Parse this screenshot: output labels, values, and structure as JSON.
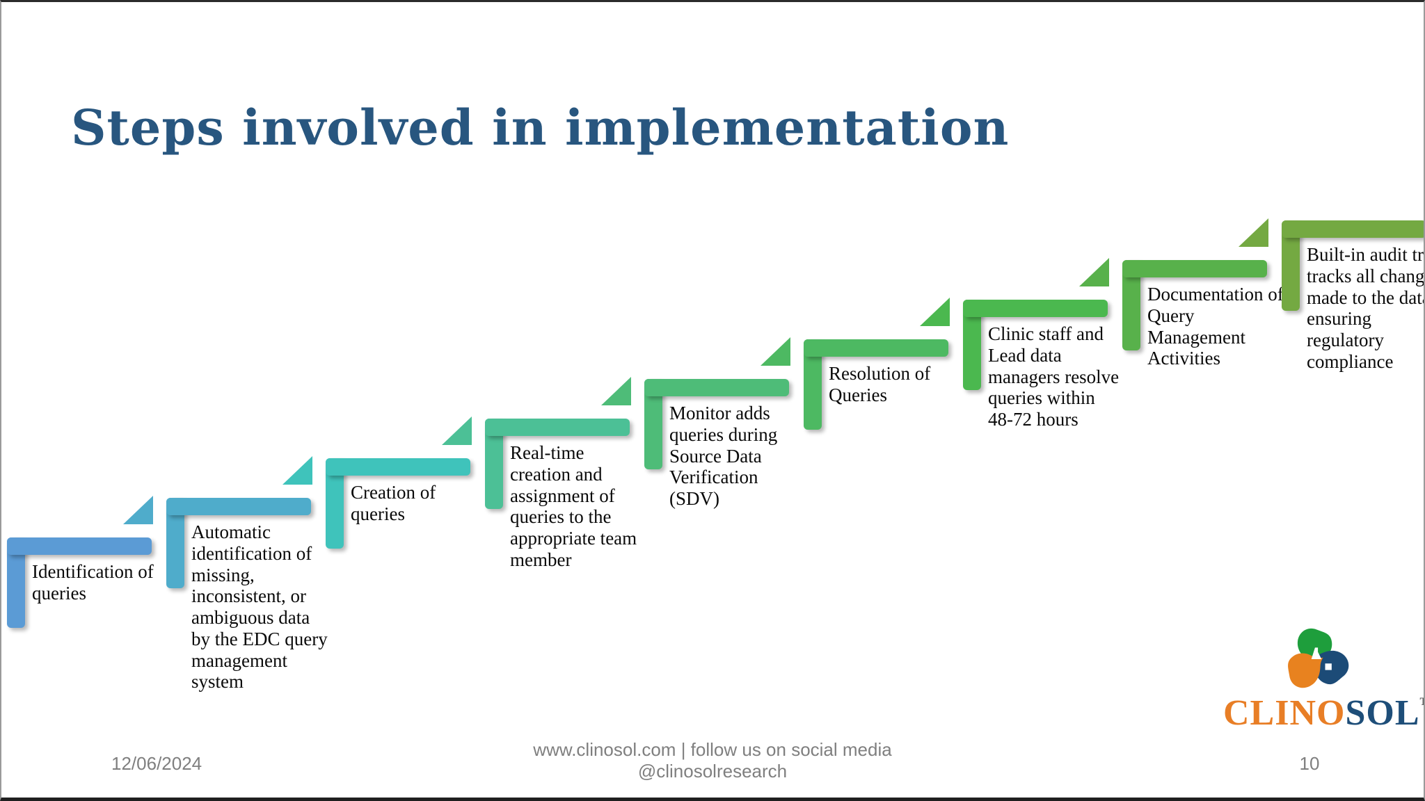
{
  "slide": {
    "title": "Steps involved in implementation",
    "title_color": "#28567F",
    "steps": [
      {
        "label": "Identification of queries",
        "color": "#5B9BD5"
      },
      {
        "label": "Automatic identification of missing, inconsistent, or ambiguous data by the EDC query management system",
        "color": "#4FACCB"
      },
      {
        "label": "Creation of queries",
        "color": "#3FC3BB"
      },
      {
        "label": "Real-time creation and assignment of queries to the appropriate team member",
        "color": "#4CC096"
      },
      {
        "label": "Monitor adds queries during Source Data Verification (SDV)",
        "color": "#4EBC78"
      },
      {
        "label": "Resolution of Queries",
        "color": "#4DB962"
      },
      {
        "label": "Clinic staff and Lead data managers resolve queries within 48-72 hours",
        "color": "#4BB84F"
      },
      {
        "label": "Documentation of Query Management Activities",
        "color": "#58B14B"
      },
      {
        "label": "Built-in audit trail tracks all changes made to the data, ensuring regulatory compliance",
        "color": "#74A942"
      }
    ],
    "footer": {
      "date": "12/06/2024",
      "center_line1": "www.clinosol.com | follow us on social media",
      "center_line2": "@clinosolresearch",
      "page_number": "10"
    },
    "logo": {
      "name_primary": "CLINO",
      "name_secondary": "SOL",
      "trademark": "TM",
      "color_primary": "#E87E26",
      "color_secondary": "#1E4E79",
      "hand_green": "#1E9E3C",
      "hand_orange": "#E8821F",
      "hand_navy": "#1C4B77"
    }
  }
}
